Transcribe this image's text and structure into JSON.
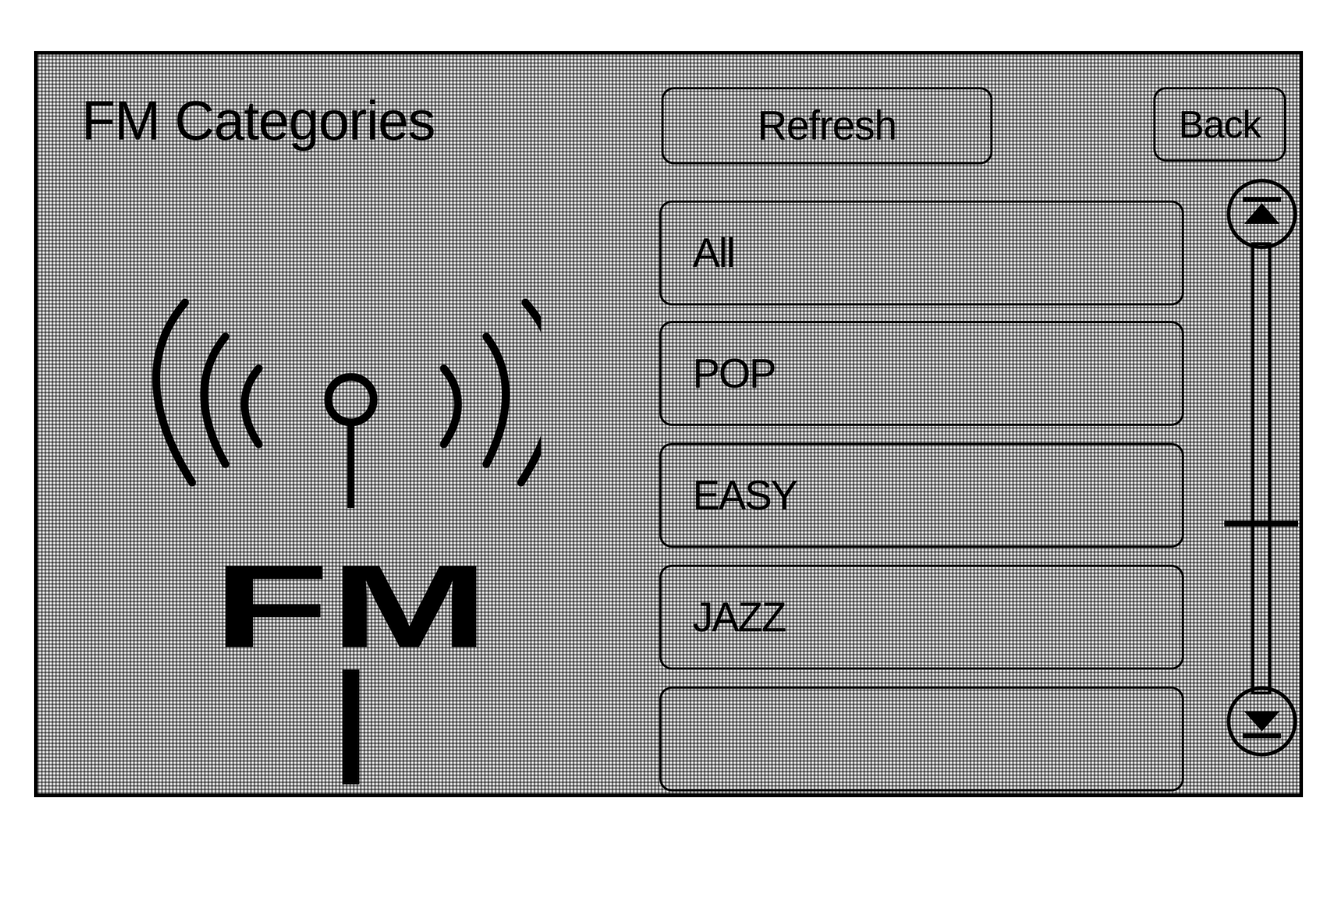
{
  "screen": {
    "title": "FM Categories"
  },
  "toolbar": {
    "refresh_label": "Refresh",
    "back_label": "Back"
  },
  "logo": {
    "text": "FM"
  },
  "categories": [
    {
      "label": "All"
    },
    {
      "label": "POP"
    },
    {
      "label": "EASY"
    },
    {
      "label": "JAZZ"
    },
    {
      "label": ""
    }
  ],
  "colors": {
    "foreground": "#000000",
    "panel": "#d9d9d9"
  },
  "icons": {
    "scroll_up": "scroll-up-icon",
    "scroll_down": "scroll-down-icon",
    "antenna": "fm-antenna-icon"
  }
}
